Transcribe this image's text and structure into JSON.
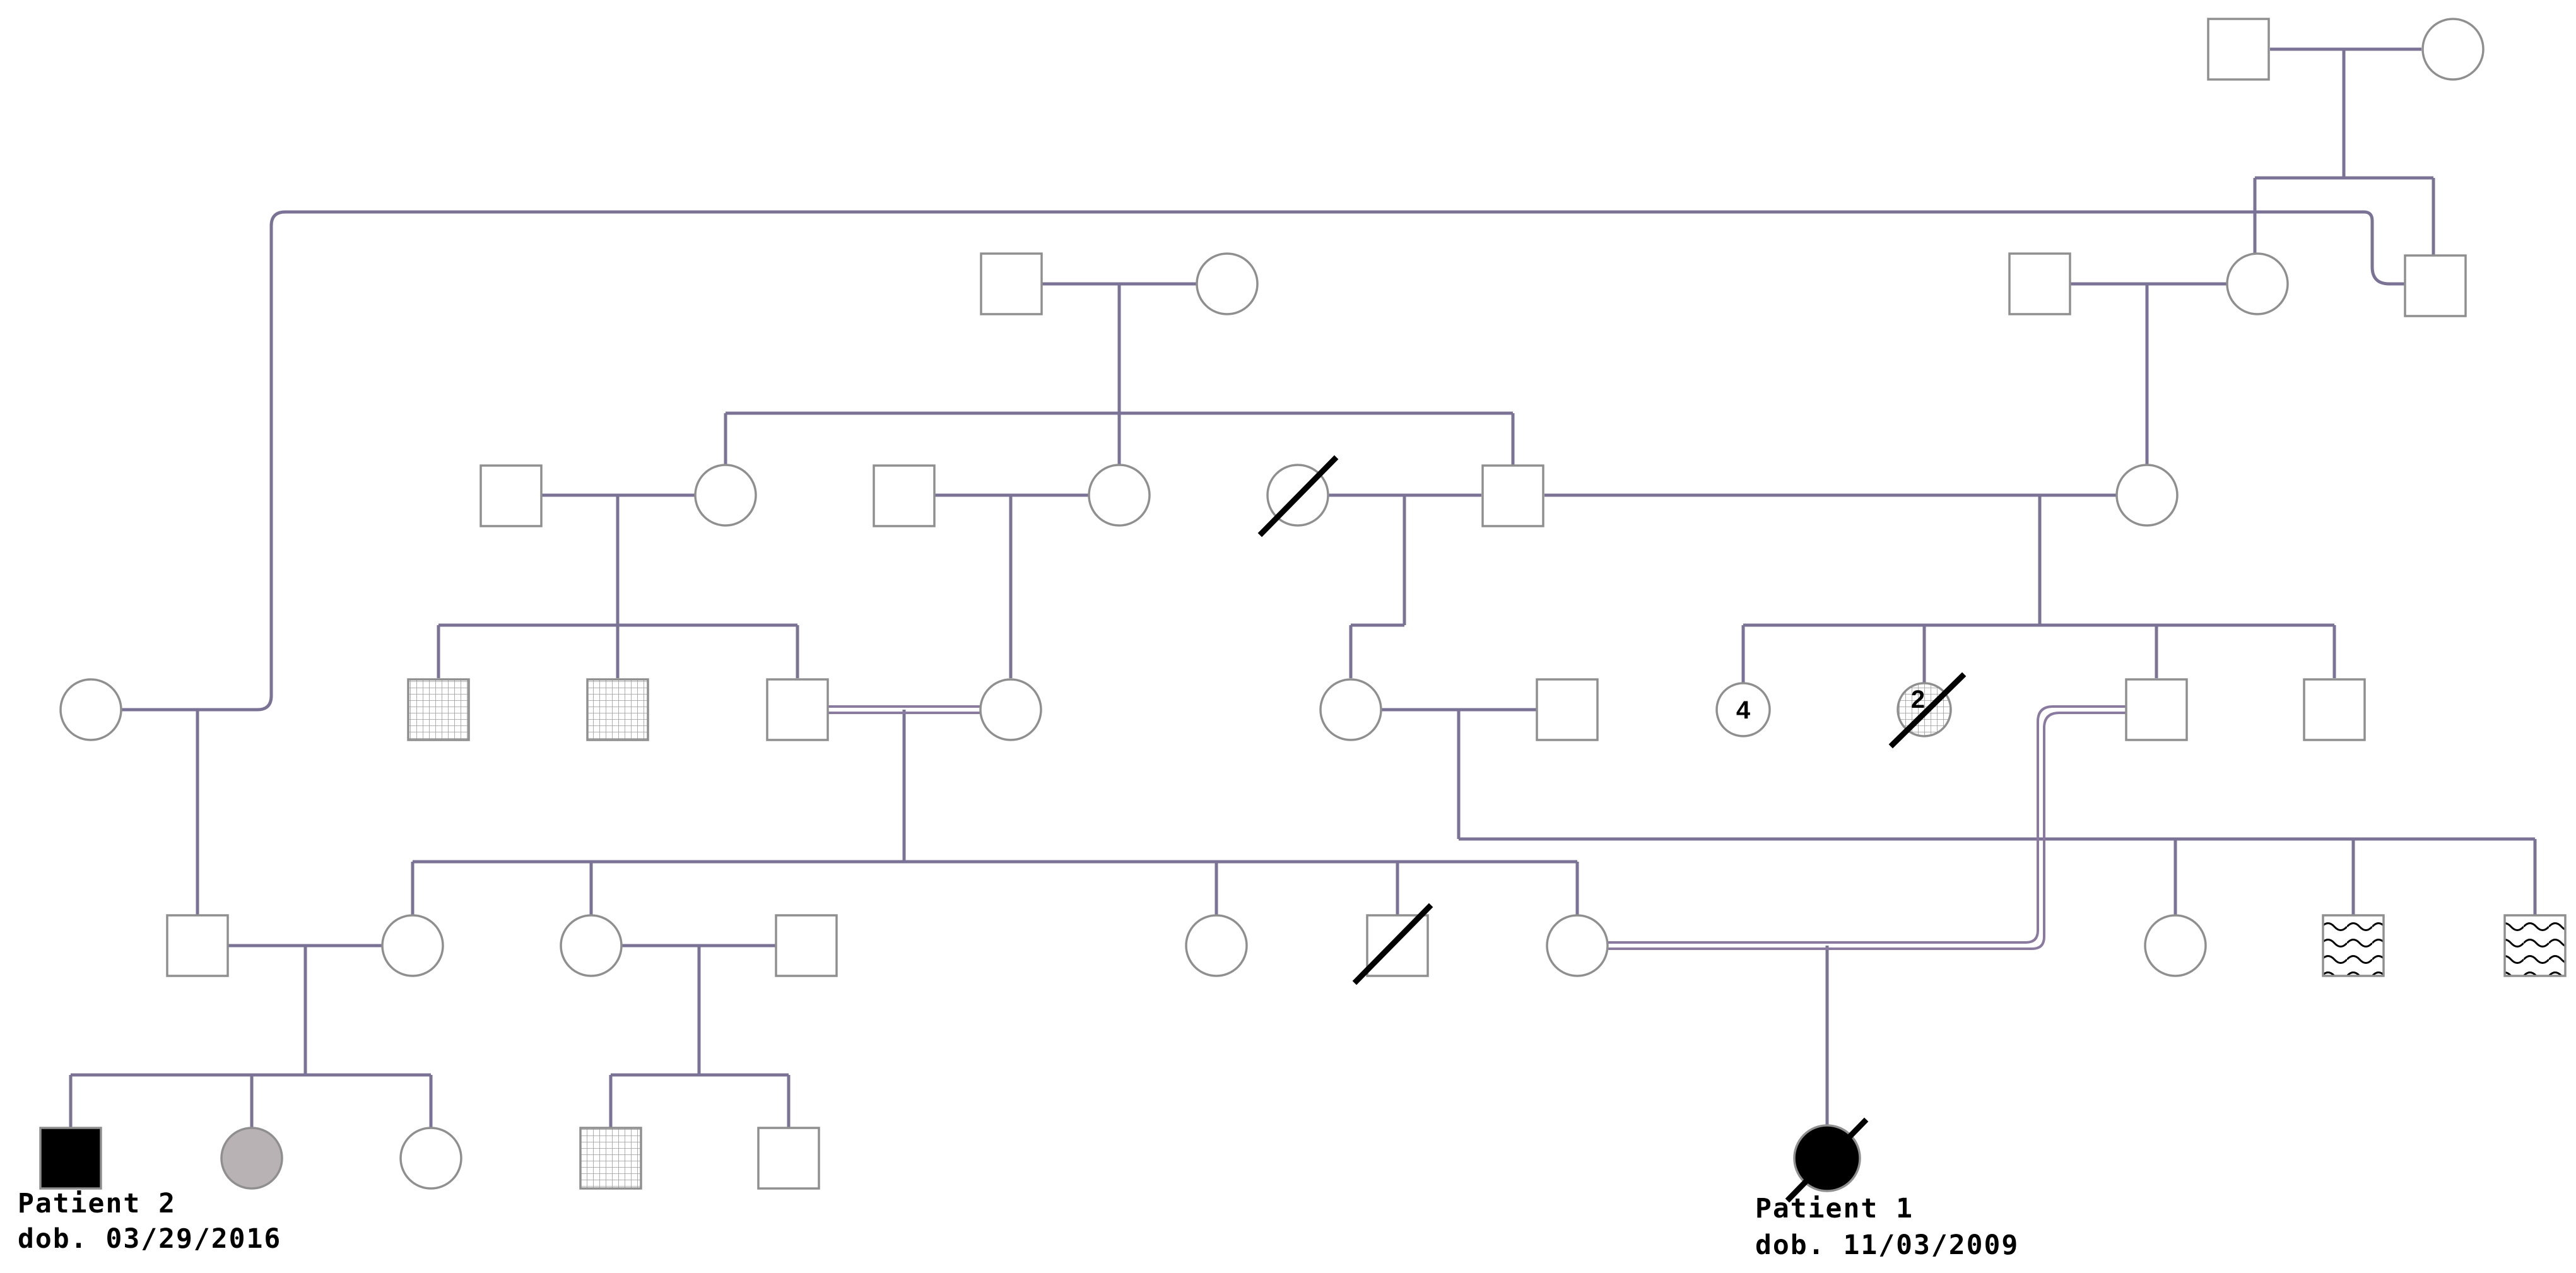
{
  "colors": {
    "line": "#7b7396",
    "consanguinity": "#8a7aa0",
    "outline": "#8f8f8f",
    "affected": "#000000",
    "grey": "#b8b2b4"
  },
  "multiples": {
    "four_females": "4",
    "two_deceased": "2"
  },
  "patients": {
    "p2": {
      "name": "Patient 2",
      "dob": "dob. 03/29/2016"
    },
    "p1": {
      "name": "Patient 1",
      "dob": "dob. 11/03/2009"
    }
  }
}
